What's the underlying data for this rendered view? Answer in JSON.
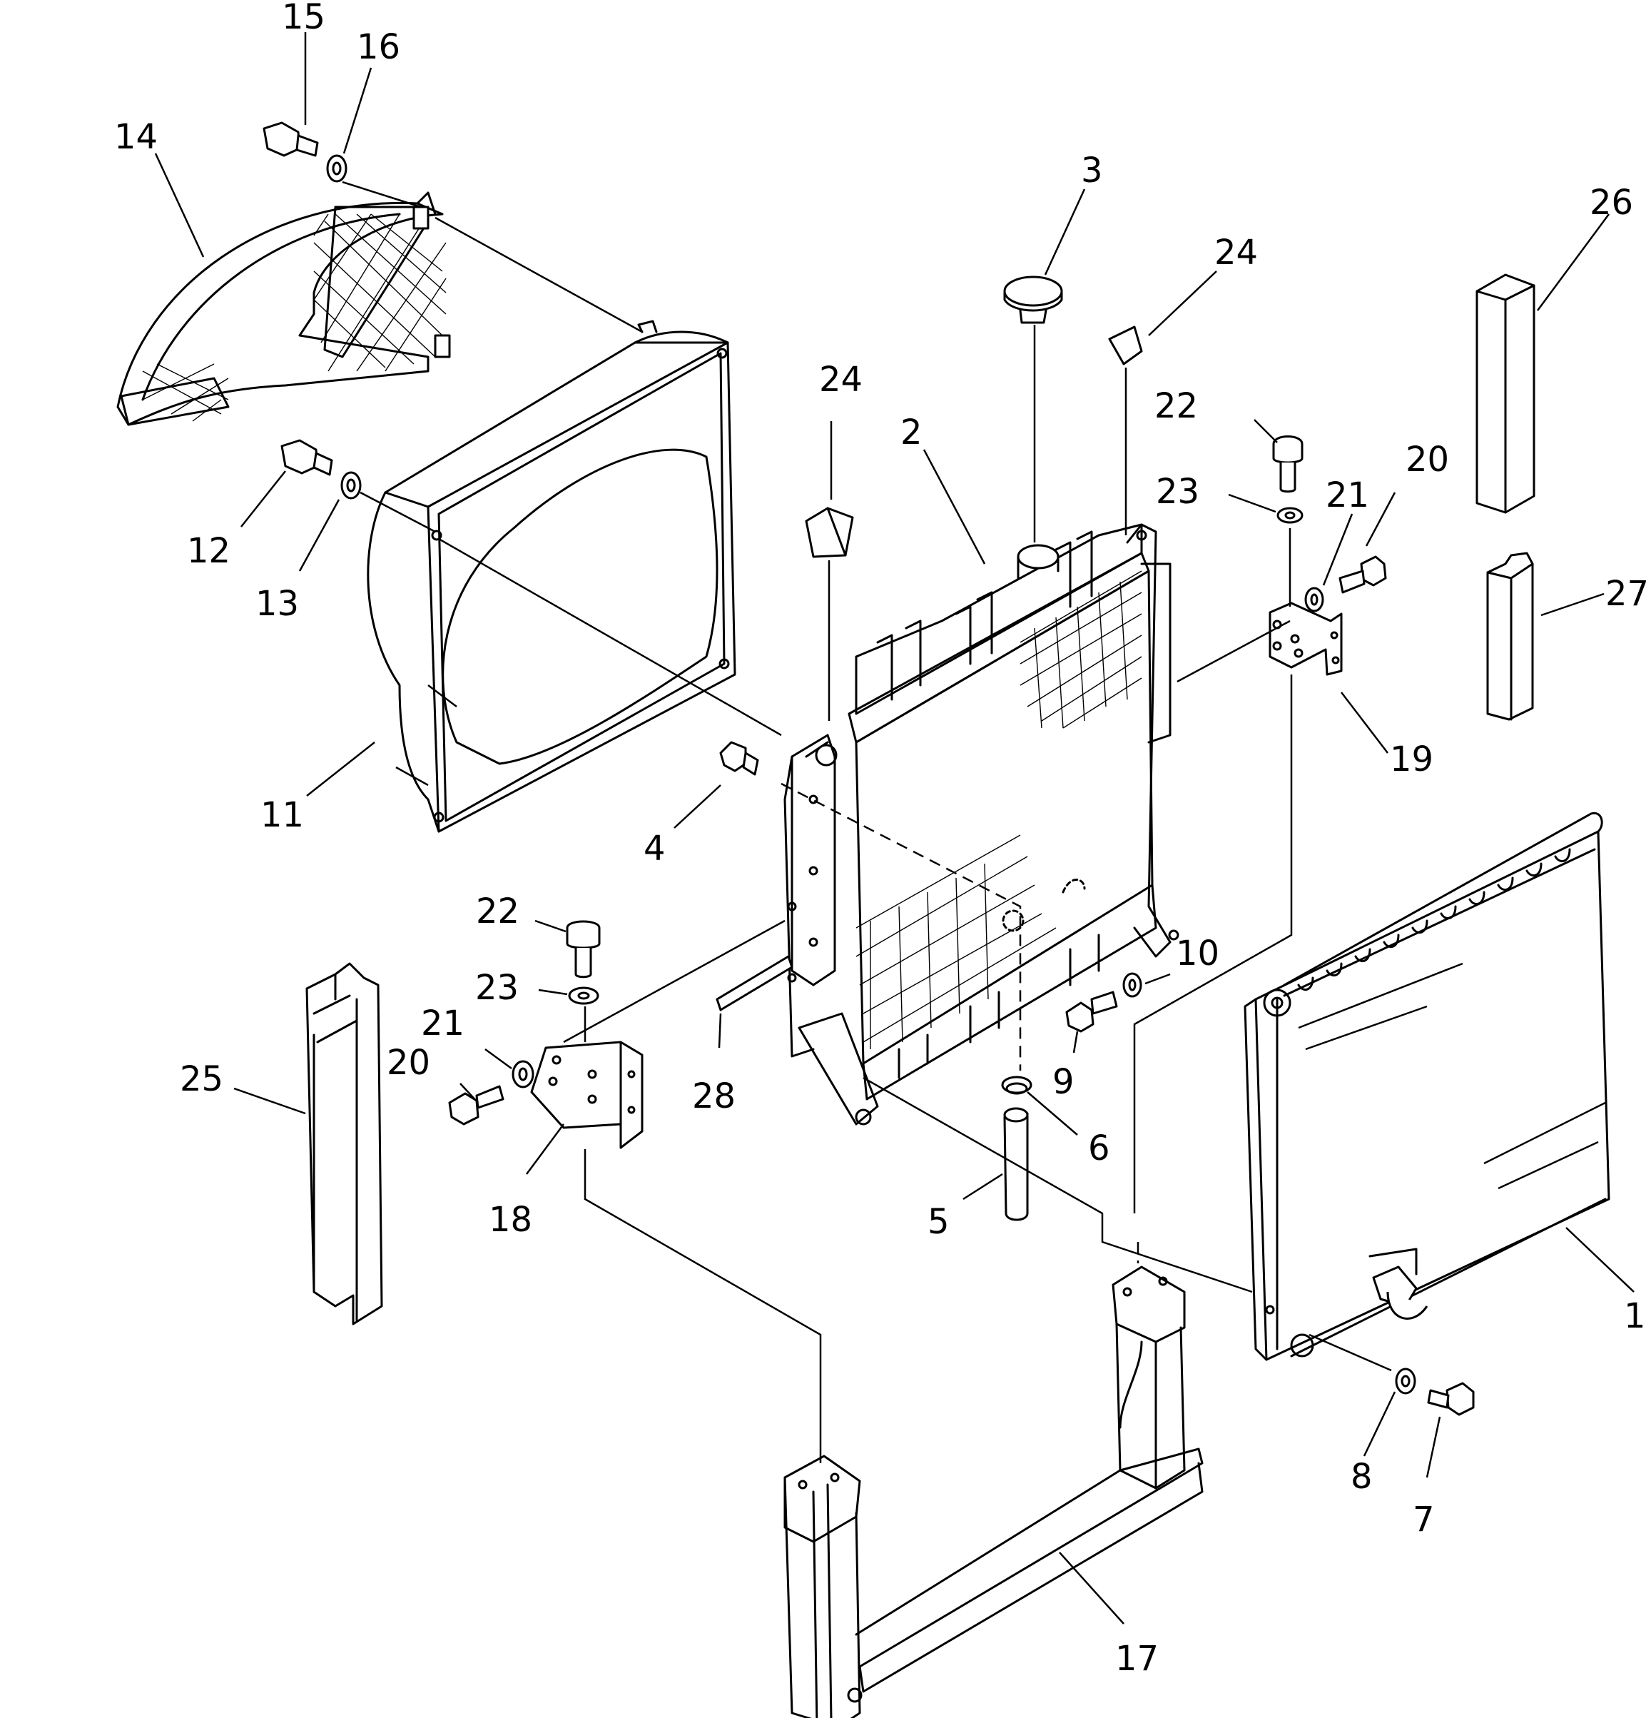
{
  "diagram": {
    "callouts": [
      {
        "id": "c1",
        "text": "1"
      },
      {
        "id": "c2",
        "text": "2"
      },
      {
        "id": "c3",
        "text": "3"
      },
      {
        "id": "c4",
        "text": "4"
      },
      {
        "id": "c5",
        "text": "5"
      },
      {
        "id": "c6",
        "text": "6"
      },
      {
        "id": "c7",
        "text": "7"
      },
      {
        "id": "c8",
        "text": "8"
      },
      {
        "id": "c9",
        "text": "9"
      },
      {
        "id": "c10",
        "text": "10"
      },
      {
        "id": "c11",
        "text": "11"
      },
      {
        "id": "c12",
        "text": "12"
      },
      {
        "id": "c13",
        "text": "13"
      },
      {
        "id": "c14",
        "text": "14"
      },
      {
        "id": "c15",
        "text": "15"
      },
      {
        "id": "c16",
        "text": "16"
      },
      {
        "id": "c17",
        "text": "17"
      },
      {
        "id": "c18",
        "text": "18"
      },
      {
        "id": "c19",
        "text": "19"
      },
      {
        "id": "c20a",
        "text": "20"
      },
      {
        "id": "c20b",
        "text": "20"
      },
      {
        "id": "c21a",
        "text": "21"
      },
      {
        "id": "c21b",
        "text": "21"
      },
      {
        "id": "c22a",
        "text": "22"
      },
      {
        "id": "c22b",
        "text": "22"
      },
      {
        "id": "c23a",
        "text": "23"
      },
      {
        "id": "c23b",
        "text": "23"
      },
      {
        "id": "c24a",
        "text": "24"
      },
      {
        "id": "c24b",
        "text": "24"
      },
      {
        "id": "c25",
        "text": "25"
      },
      {
        "id": "c26",
        "text": "26"
      },
      {
        "id": "c27",
        "text": "27"
      },
      {
        "id": "c28",
        "text": "28"
      }
    ]
  }
}
